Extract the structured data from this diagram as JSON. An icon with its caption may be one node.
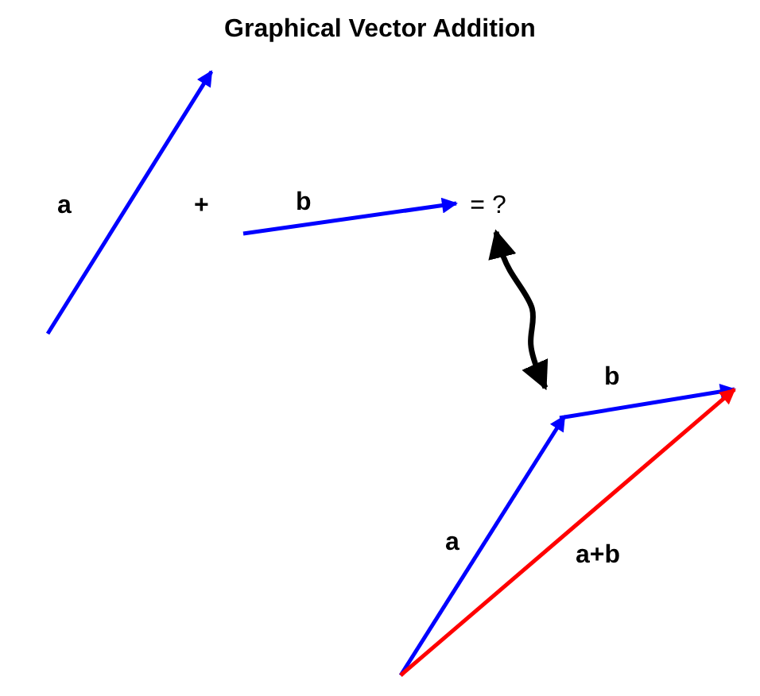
{
  "diagram": {
    "title": "Graphical Vector Addition",
    "nodes": [
      {
        "text": [
          "= ?"
        ]
      },
      {
        "text": [],
        "shape": "picture"
      }
    ],
    "edges": [
      {
        "from": 0,
        "to": 1,
        "arrow": "both"
      }
    ],
    "labels": [
      "a",
      "+",
      "b",
      "b",
      "a",
      "a+b"
    ]
  }
}
